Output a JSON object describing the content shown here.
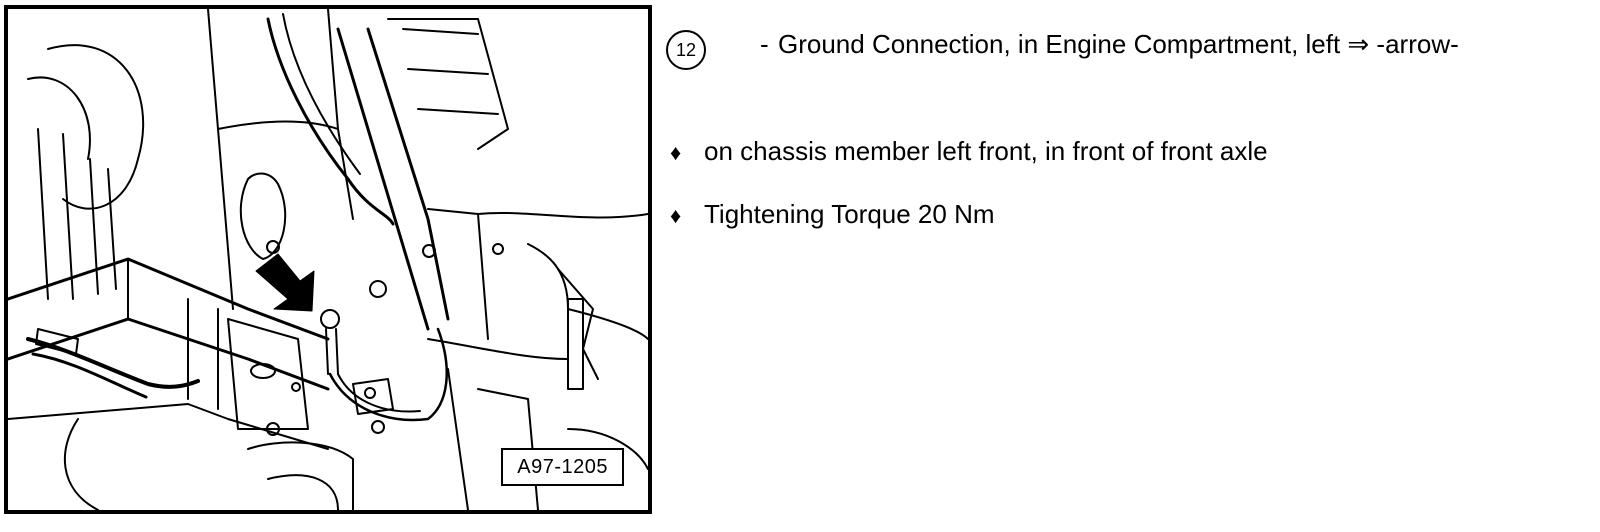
{
  "figure": {
    "label": "A97-1205"
  },
  "item": {
    "number": "12",
    "dash": "-",
    "title": "Ground Connection, in Engine Compartment, left ⇒ -arrow-"
  },
  "bullets": [
    {
      "symbol": "♦",
      "text": "on chassis member left front, in front of front axle"
    },
    {
      "symbol": "♦",
      "text": "Tightening Torque 20 Nm"
    }
  ]
}
